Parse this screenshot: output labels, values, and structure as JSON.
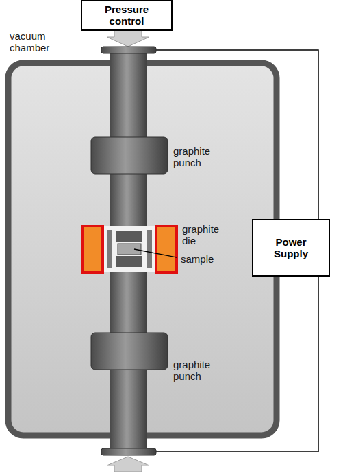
{
  "diagram": {
    "nodes": [
      {
        "text": [
          "Pressure control"
        ]
      },
      {
        "text": [
          "Power Supply"
        ]
      }
    ],
    "labels": [
      "vacuum chamber",
      "graphite punch",
      "graphite die",
      "sample",
      "graphite punch"
    ]
  }
}
